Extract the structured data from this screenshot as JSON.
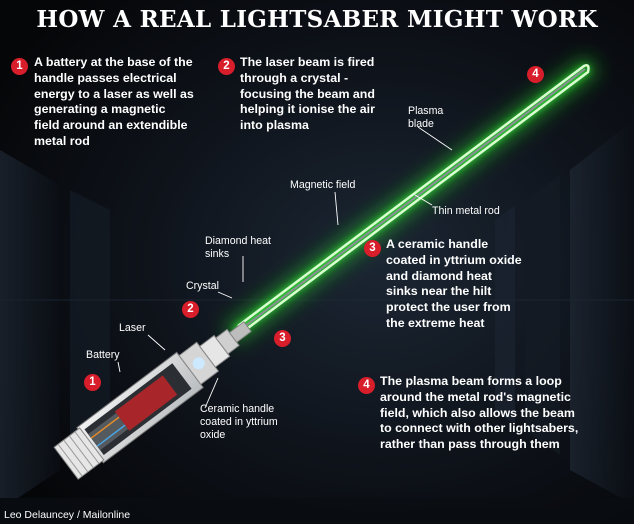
{
  "title": "HOW A REAL LIGHTSABER MIGHT WORK",
  "callouts": [
    {
      "number": "1",
      "text": "A battery at the base of the handle passes electrical energy to a laser as well as generating a magnetic field around an extendible metal rod"
    },
    {
      "number": "2",
      "text": "The laser beam is fired through a crystal - focusing the beam and helping it ionise the air into plasma"
    },
    {
      "number": "3",
      "text": "A ceramic handle coated in yttrium oxide and diamond heat sinks near the hilt protect the user from the extreme heat"
    },
    {
      "number": "4",
      "text": "The plasma beam forms a loop around the metal rod's magnetic field, which also allows the beam to connect with other lightsabers, rather than pass through them"
    }
  ],
  "markers": [
    "1",
    "2",
    "3",
    "4"
  ],
  "labels": {
    "plasma_blade": "Plasma blade",
    "magnetic_field": "Magnetic field",
    "thin_metal_rod": "Thin metal rod",
    "diamond_heat_sinks": "Diamond heat sinks",
    "crystal": "Crystal",
    "laser": "Laser",
    "battery": "Battery",
    "ceramic_handle": "Ceramic handle coated in yttrium oxide"
  },
  "credit": "Leo Delauncey / Mailonline",
  "colors": {
    "background": "#0a0c10",
    "beam": "#3cff3c",
    "badge": "#d81e2a",
    "laser_body": "#a8262a"
  }
}
